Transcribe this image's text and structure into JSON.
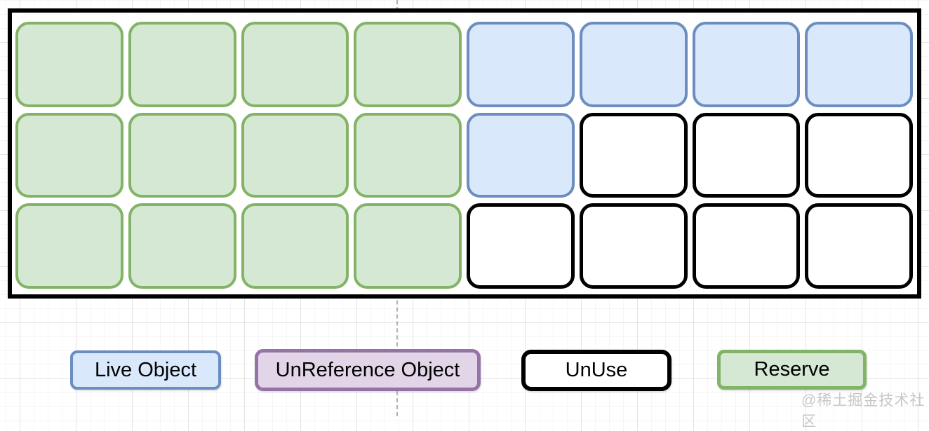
{
  "diagram": {
    "kind": "heap-memory-layout",
    "grid": {
      "rows": 3,
      "columns": 8,
      "cells": [
        [
          "reserve",
          "reserve",
          "reserve",
          "reserve",
          "live",
          "live",
          "live",
          "live"
        ],
        [
          "reserve",
          "reserve",
          "reserve",
          "reserve",
          "live",
          "unuse",
          "unuse",
          "unuse"
        ],
        [
          "reserve",
          "reserve",
          "reserve",
          "reserve",
          "unuse",
          "unuse",
          "unuse",
          "unuse"
        ]
      ]
    }
  },
  "colors": {
    "reserve_fill": "#d5e8d4",
    "reserve_border": "#82b366",
    "live_fill": "#dae8fc",
    "live_border": "#6c8ebf",
    "unreference_fill": "#e1d5e7",
    "unreference_border": "#9673a6",
    "unuse_fill": "#ffffff",
    "unuse_border": "#000000",
    "container_border": "#000000"
  },
  "legend": {
    "items": [
      {
        "label": "Live Object",
        "type": "live"
      },
      {
        "label": "UnReference Object",
        "type": "unreference"
      },
      {
        "label": "UnUse",
        "type": "unuse"
      },
      {
        "label": "Reserve",
        "type": "reserve"
      }
    ]
  },
  "watermark": {
    "text": "@稀土掘金技术社区"
  }
}
